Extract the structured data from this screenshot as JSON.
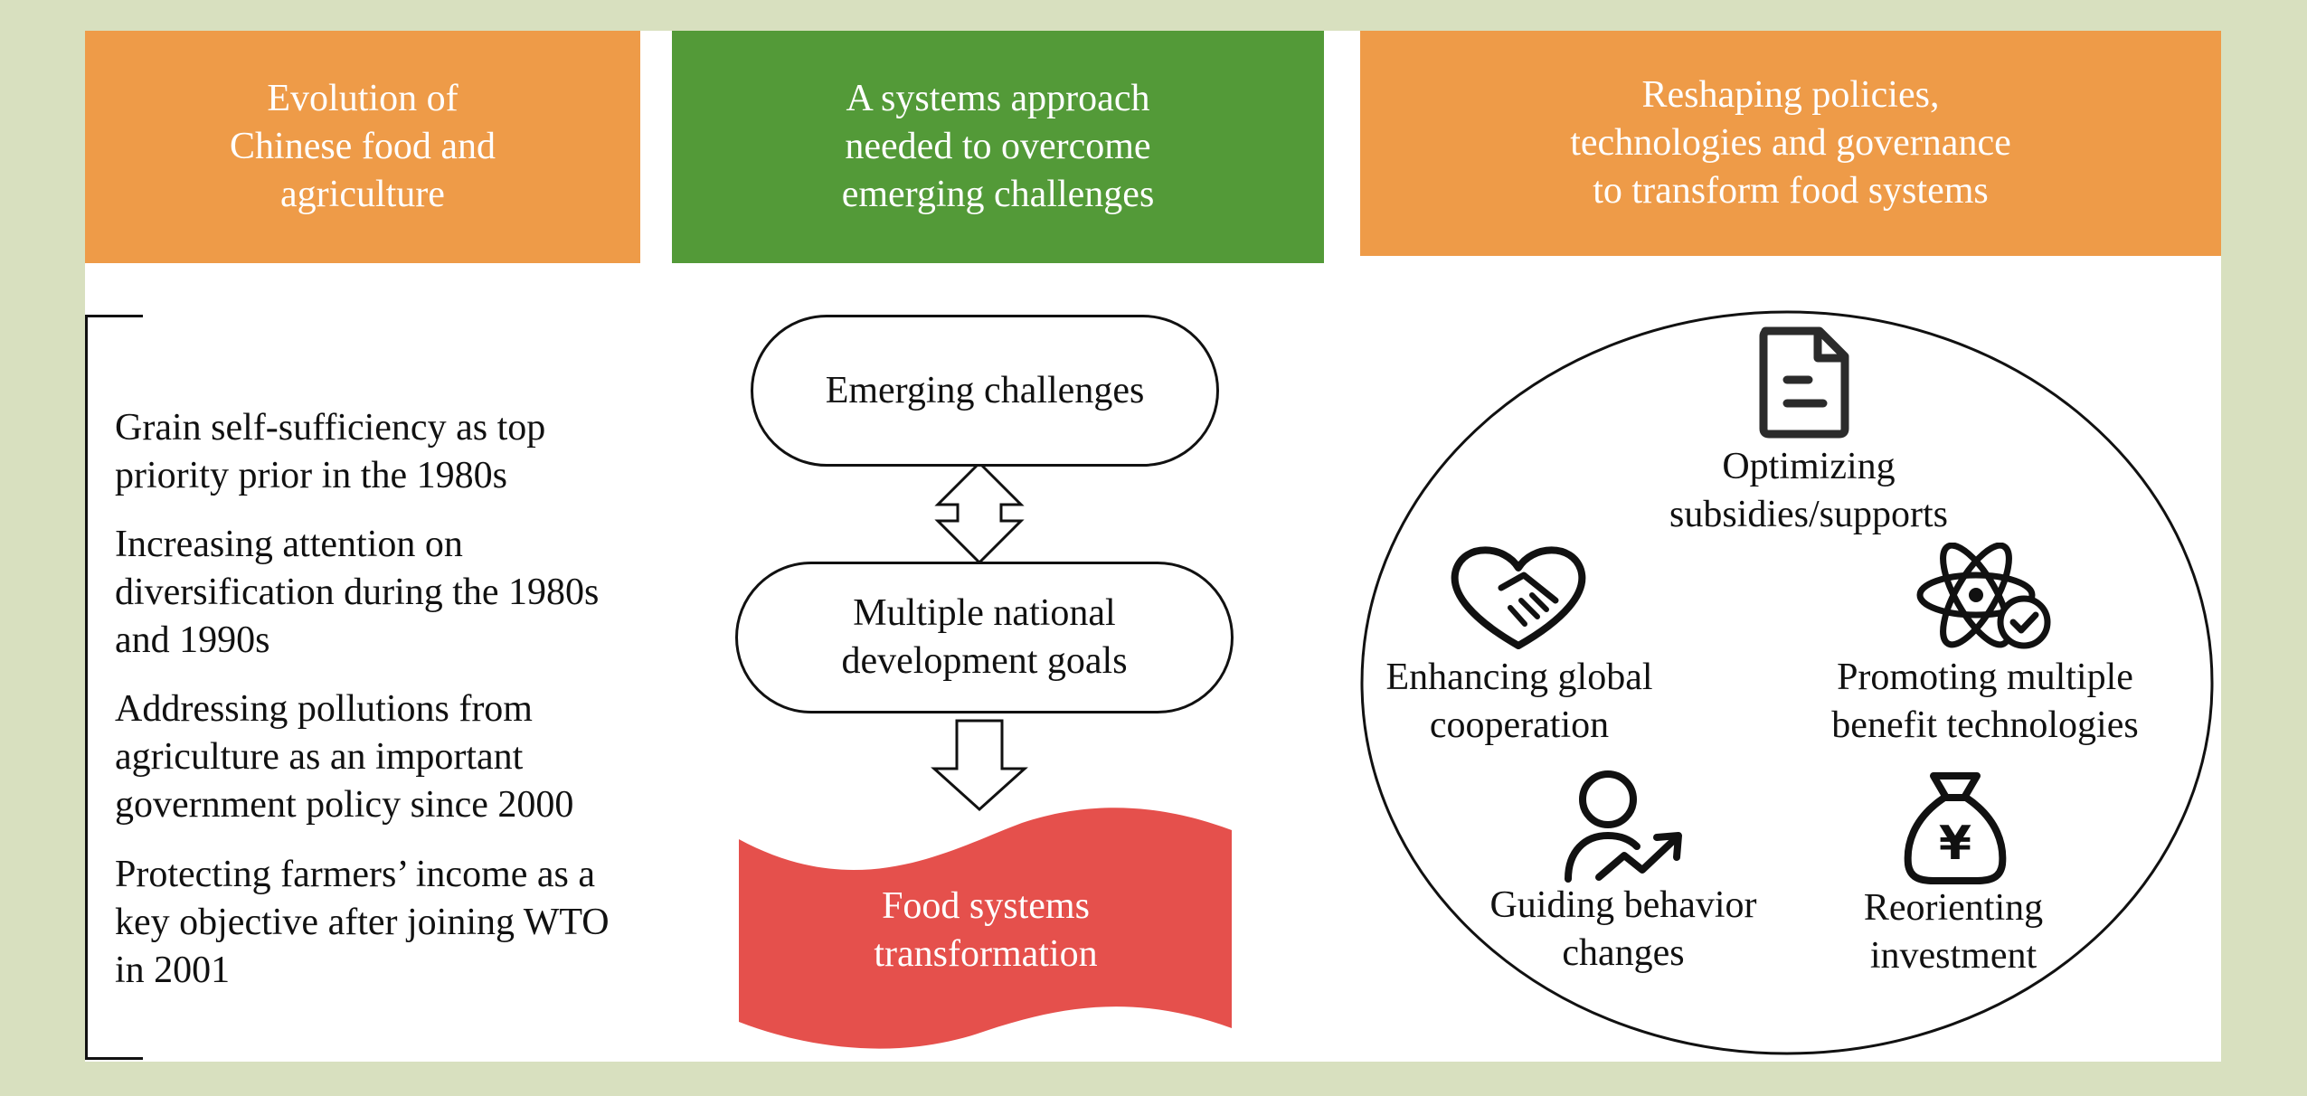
{
  "headers": {
    "left": "Evolution of\nChinese food and\nagriculture",
    "middle": "A systems approach\nneeded to overcome\nemerging challenges",
    "right": "Reshaping policies,\ntechnologies and governance\nto transform food systems"
  },
  "evolution_items": [
    "Grain self-sufficiency as top\npriority prior in the 1980s",
    "Increasing attention on\ndiversification during the 1980s\nand 1990s",
    "Addressing pollutions from\nagriculture as an important\ngovernment policy since 2000",
    "Protecting farmers’ income as a\nkey objective after joining WTO\nin 2001"
  ],
  "flow": {
    "box1": "Emerging challenges",
    "box2": "Multiple national\ndevelopment goals",
    "outcome": "Food systems\ntransformation"
  },
  "levers": [
    {
      "label": "Optimizing\nsubsidies/supports",
      "icon": "document-icon"
    },
    {
      "label": "Enhancing global\ncooperation",
      "icon": "handshake-heart-icon"
    },
    {
      "label": "Promoting multiple\nbenefit technologies",
      "icon": "atom-check-icon"
    },
    {
      "label": "Guiding behavior\nchanges",
      "icon": "person-trend-icon"
    },
    {
      "label": "Reorienting\ninvestment",
      "icon": "yuan-money-bag-icon"
    }
  ],
  "colors": {
    "background": "#d8e0bf",
    "orange": "#ee9b48",
    "green": "#539a38",
    "red": "#e5504c"
  }
}
